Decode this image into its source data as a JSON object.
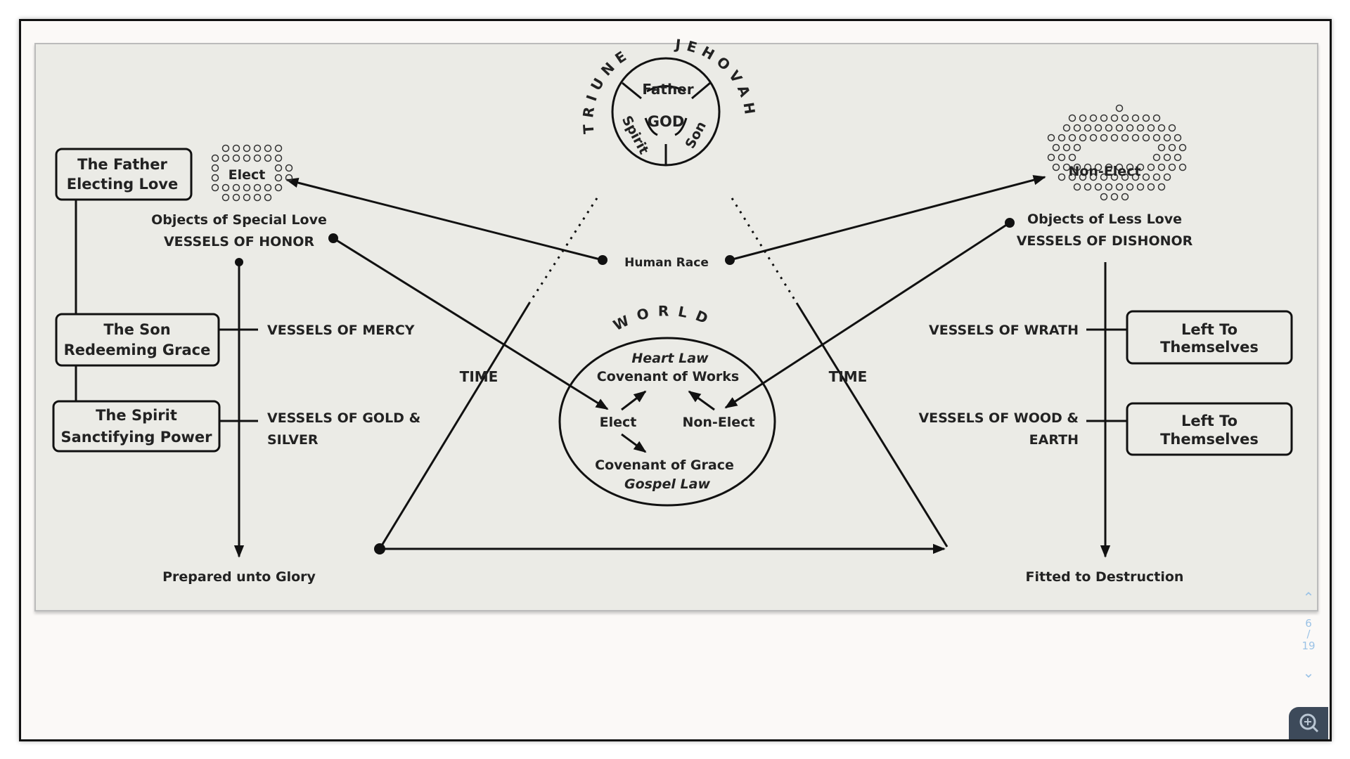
{
  "diagram": {
    "god": {
      "arc_left": "TRIUNE",
      "arc_right": "JEHOVAH",
      "center": "GOD",
      "father": "Father",
      "spirit": "Spirit",
      "son": "Son"
    },
    "left_boxes": [
      {
        "title": "The Father",
        "subtitle": "Electing Love"
      },
      {
        "title": "The Son",
        "subtitle": "Redeeming Grace"
      },
      {
        "title": "The Spirit",
        "subtitle": "Sanctifying Power"
      }
    ],
    "right_boxes": [
      {
        "title": "Left To",
        "subtitle": "Themselves"
      },
      {
        "title": "Left To",
        "subtitle": "Themselves"
      }
    ],
    "elect": {
      "label": "Elect",
      "line1": "Objects of Special Love",
      "line2": "VESSELS OF HONOR",
      "mercy": "VESSELS OF MERCY",
      "gold1": "VESSELS OF GOLD &",
      "gold2": "SILVER",
      "end": "Prepared unto Glory"
    },
    "nonelect": {
      "label": "Non-Elect",
      "line1": "Objects of Less Love",
      "line2": "VESSELS OF DISHONOR",
      "wrath": "VESSELS OF WRATH",
      "wood1": "VESSELS OF WOOD &",
      "wood2": "EARTH",
      "end": "Fitted to Destruction"
    },
    "human_race": "Human Race",
    "time_left": "TIME",
    "time_right": "TIME",
    "world": {
      "title": "WORLD",
      "heart_law": "Heart Law",
      "works": "Covenant of Works",
      "elect": "Elect",
      "nonelect": "Non-Elect",
      "grace": "Covenant of Grace",
      "gospel_law": "Gospel Law"
    }
  },
  "viewer": {
    "current_page": "6",
    "separator": "/",
    "total_pages": "19"
  }
}
